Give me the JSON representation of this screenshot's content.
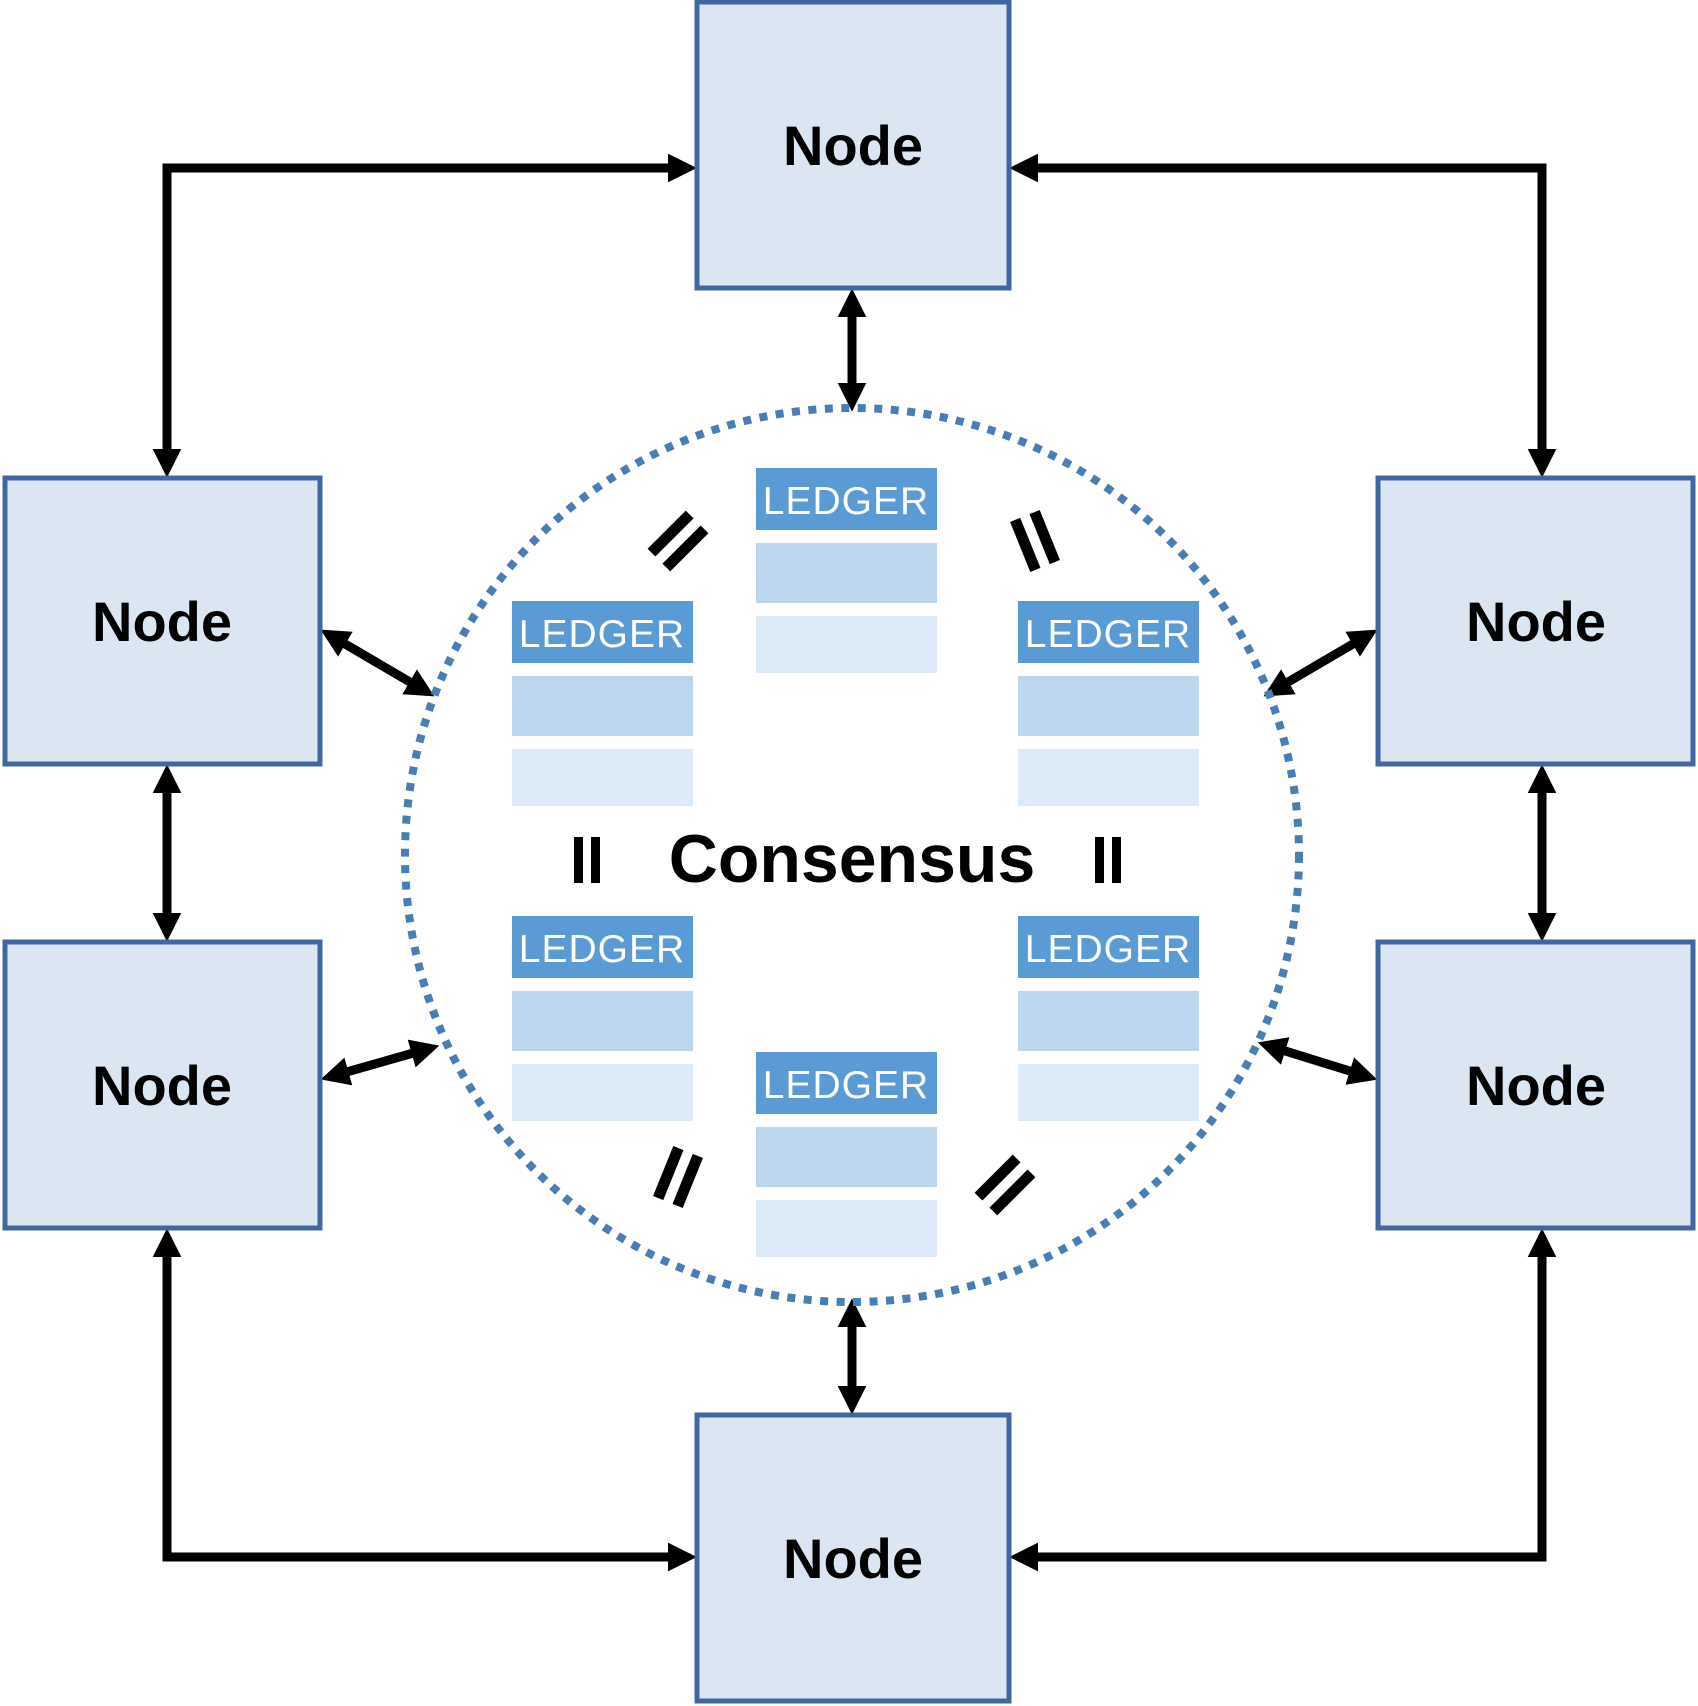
{
  "diagram": {
    "center_label": "Consensus",
    "nodes": [
      {
        "id": "top",
        "label": "Node"
      },
      {
        "id": "left-top",
        "label": "Node"
      },
      {
        "id": "right-top",
        "label": "Node"
      },
      {
        "id": "left-bottom",
        "label": "Node"
      },
      {
        "id": "right-bottom",
        "label": "Node"
      },
      {
        "id": "bottom",
        "label": "Node"
      }
    ],
    "ledgers": [
      {
        "position": "top-center",
        "label": "LEDGER"
      },
      {
        "position": "upper-left",
        "label": "LEDGER"
      },
      {
        "position": "upper-right",
        "label": "LEDGER"
      },
      {
        "position": "lower-left",
        "label": "LEDGER"
      },
      {
        "position": "lower-right",
        "label": "LEDGER"
      },
      {
        "position": "bottom-center",
        "label": "LEDGER"
      }
    ],
    "icons": {
      "arrow": "double-headed-arrow",
      "equality": "equals-sign",
      "boundary": "dotted-circle"
    },
    "colors": {
      "node_fill": "#dce6f2",
      "node_border": "#40689f",
      "ledger_header": "#5b9bd5",
      "ledger_row_mid": "#bdd7ee",
      "ledger_row_light": "#dce9f6",
      "ledger_text": "#ffffff",
      "circle_dots": "#4b7db5",
      "arrow": "#000000",
      "label_text": "#000000"
    }
  }
}
